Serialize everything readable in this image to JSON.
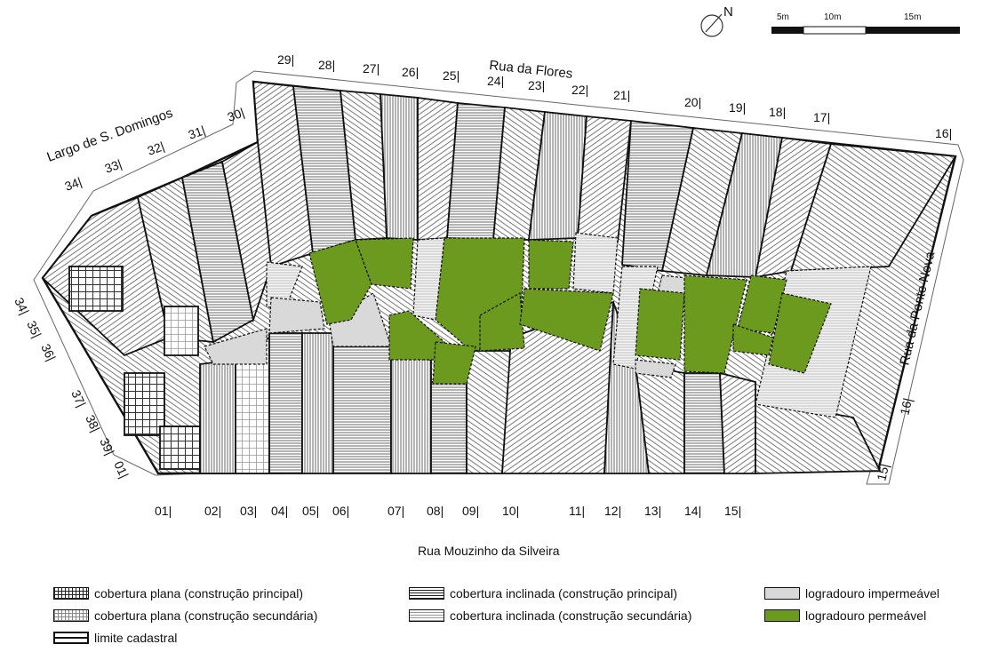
{
  "streets": {
    "north": "Rua da Flores",
    "northwest": "Largo de S. Domingos",
    "east": "Rua da Ponte Nova",
    "south": "Rua Mouzinho da Silveira"
  },
  "compass": {
    "label": "N"
  },
  "scale_bar": {
    "labels": [
      "5m",
      "10m",
      "15m"
    ]
  },
  "north_numbers": [
    "29",
    "28",
    "27",
    "26",
    "25",
    "24",
    "23",
    "22",
    "21",
    "20",
    "19",
    "18",
    "17",
    "16"
  ],
  "northwest_numbers": [
    "30",
    "31",
    "32",
    "33",
    "34"
  ],
  "west_numbers": [
    "34",
    "35",
    "36",
    "37",
    "38",
    "39",
    "01"
  ],
  "south_numbers": [
    "01",
    "02",
    "03",
    "04",
    "05",
    "06",
    "07",
    "08",
    "09",
    "10",
    "11",
    "12",
    "13",
    "14",
    "15"
  ],
  "east_numbers": [
    "16",
    "15"
  ],
  "legend": [
    {
      "key": "flat_main",
      "label": "cobertura plana (construção principal)"
    },
    {
      "key": "flat_secondary",
      "label": "cobertura plana (construção secundária)"
    },
    {
      "key": "limit",
      "label": "limite cadastral"
    },
    {
      "key": "slope_main",
      "label": "cobertura inclinada (construção principal)"
    },
    {
      "key": "slope_secondary",
      "label": "cobertura inclinada (construção secundária)"
    },
    {
      "key": "impermeable",
      "label": "logradouro impermeável"
    },
    {
      "key": "permeable",
      "label": "logradouro permeável"
    }
  ],
  "colors": {
    "permeable": "#6b9a1f",
    "impermeable": "#d9d9d9",
    "line": "#111111"
  }
}
